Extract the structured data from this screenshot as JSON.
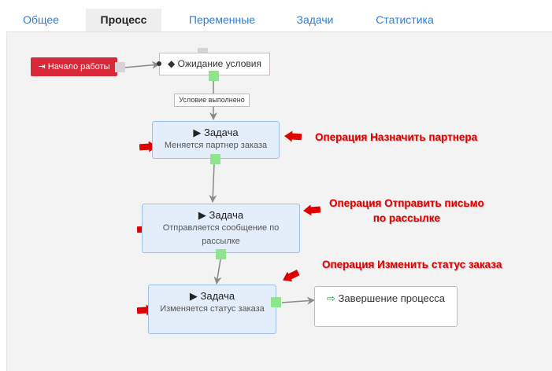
{
  "tabs": [
    {
      "label": "Общее"
    },
    {
      "label": "Процесс"
    },
    {
      "label": "Переменные"
    },
    {
      "label": "Задачи"
    },
    {
      "label": "Статистика"
    }
  ],
  "active_tab": "Процесс",
  "nodes": {
    "start": {
      "icon": "sign-in-icon",
      "label": "Начало работы"
    },
    "wait": {
      "icon": "bell-icon",
      "label": "Ожидание условия"
    },
    "edge_label": "Условие выполнено",
    "task1": {
      "icon": "play-icon",
      "title": "Задача",
      "description": "Меняется партнер заказа"
    },
    "task2": {
      "icon": "play-icon",
      "title": "Задача",
      "description": "Отправляется сообщение по рассылке"
    },
    "task3": {
      "icon": "play-icon",
      "title": "Задача",
      "description": "Изменяется статус заказа"
    },
    "end": {
      "icon": "sign-out-icon",
      "label": "Завершение процесса"
    }
  },
  "annotations": {
    "op1": "Операция Назначить партнера",
    "op2_line1": "Операция Отправить письмо",
    "op2_line2": "по рассылке",
    "op3": "Операция Изменить статус заказа"
  },
  "colors": {
    "annotation_red": "#e00000",
    "start_node": "#d9283a",
    "task_fill": "#e4eefb",
    "port_green": "#8fe58f",
    "tab_link": "#2a7fd4"
  }
}
